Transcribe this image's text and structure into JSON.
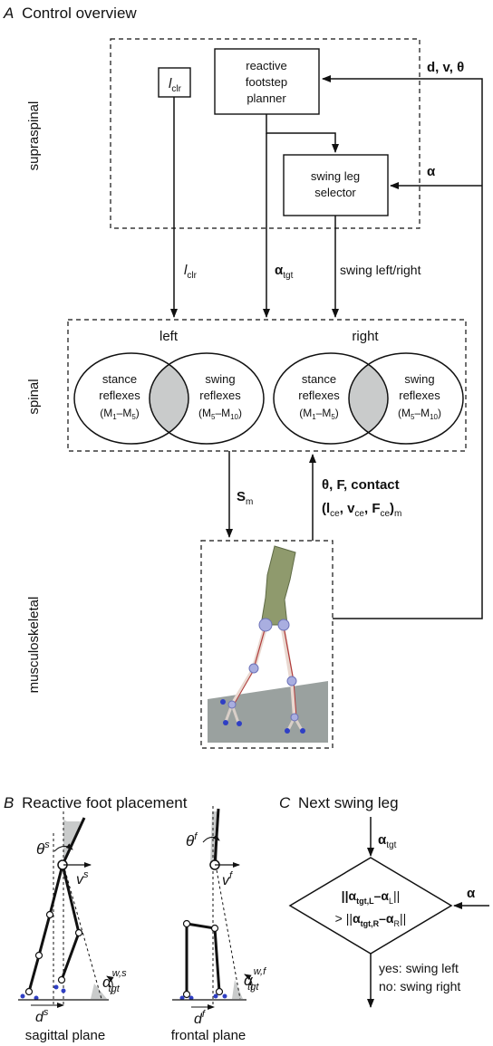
{
  "panel_a": {
    "letter": "A",
    "title": "Control overview",
    "supraspinal_label": "supraspinal",
    "spinal_label": "spinal",
    "musculoskeletal_label": "musculoskeletal",
    "planner_line1": "reactive",
    "planner_line2": "footstep",
    "planner_line3": "planner",
    "selector_line1": "swing leg",
    "selector_line2": "selector",
    "lclr_var": "l",
    "lclr_sub": "clr",
    "input_top_d": "d",
    "input_top_sep1": ", ",
    "input_top_v": "v",
    "input_top_sep2": ", ",
    "input_top_theta": "θ",
    "input_alpha": "α",
    "arrow_alpha_tgt": "α",
    "arrow_alpha_tgt_sub": "tgt",
    "arrow_swing": "swing left/right",
    "left_label": "left",
    "right_label": "right",
    "stance_line1": "stance",
    "stance_line2": "reflexes",
    "stance_range": "(M",
    "stance_sub1": "1",
    "stance_mid": "–M",
    "stance_sub2": "5",
    "stance_end": ")",
    "swing_line1": "swing",
    "swing_line2": "reflexes",
    "swing_range": "(M",
    "swing_sub1": "5",
    "swing_mid": "–M",
    "swing_sub2": "10",
    "swing_end": ")",
    "sm_label": "S",
    "sm_sub": "m",
    "feedback_line1": "θ, F, contact",
    "fb2_a": "(l",
    "fb2_a_sub": "ce",
    "fb2_b": ", v",
    "fb2_b_sub": "ce",
    "fb2_c": ", F",
    "fb2_c_sub": "ce",
    "fb2_d": ")",
    "fb2_d_sub": "m"
  },
  "panel_b": {
    "letter": "B",
    "title": "Reactive foot placement",
    "sagittal_caption": "sagittal plane",
    "frontal_caption": "frontal plane",
    "theta_s": "θ",
    "theta_s_sup": "s",
    "v_s": "v",
    "v_s_sup": "s",
    "d_s": "d",
    "d_s_sup": "s",
    "alpha_s": "α",
    "alpha_s_sub": "tgt",
    "alpha_s_sup": "w,s",
    "theta_f": "θ",
    "theta_f_sup": "f",
    "v_f": "v",
    "v_f_sup": "f",
    "d_f": "d",
    "d_f_sup": "f",
    "alpha_f": "α",
    "alpha_f_sub": "tgt",
    "alpha_f_sup": "w,f"
  },
  "panel_c": {
    "letter": "C",
    "title": "Next swing leg",
    "alpha_tgt": "α",
    "alpha_tgt_sub": "tgt",
    "alpha_in": "α",
    "cond1_a": "||α",
    "cond1_a_sub": "tgt,L",
    "cond1_b": "–α",
    "cond1_b_sub": "L",
    "cond1_c": "||",
    "cond2_pre": "> ||",
    "cond2_a": "α",
    "cond2_a_sub": "tgt,R",
    "cond2_b": "–α",
    "cond2_b_sub": "R",
    "cond2_c": "||",
    "yes_text": "yes: swing left",
    "no_text": "no: swing right"
  }
}
